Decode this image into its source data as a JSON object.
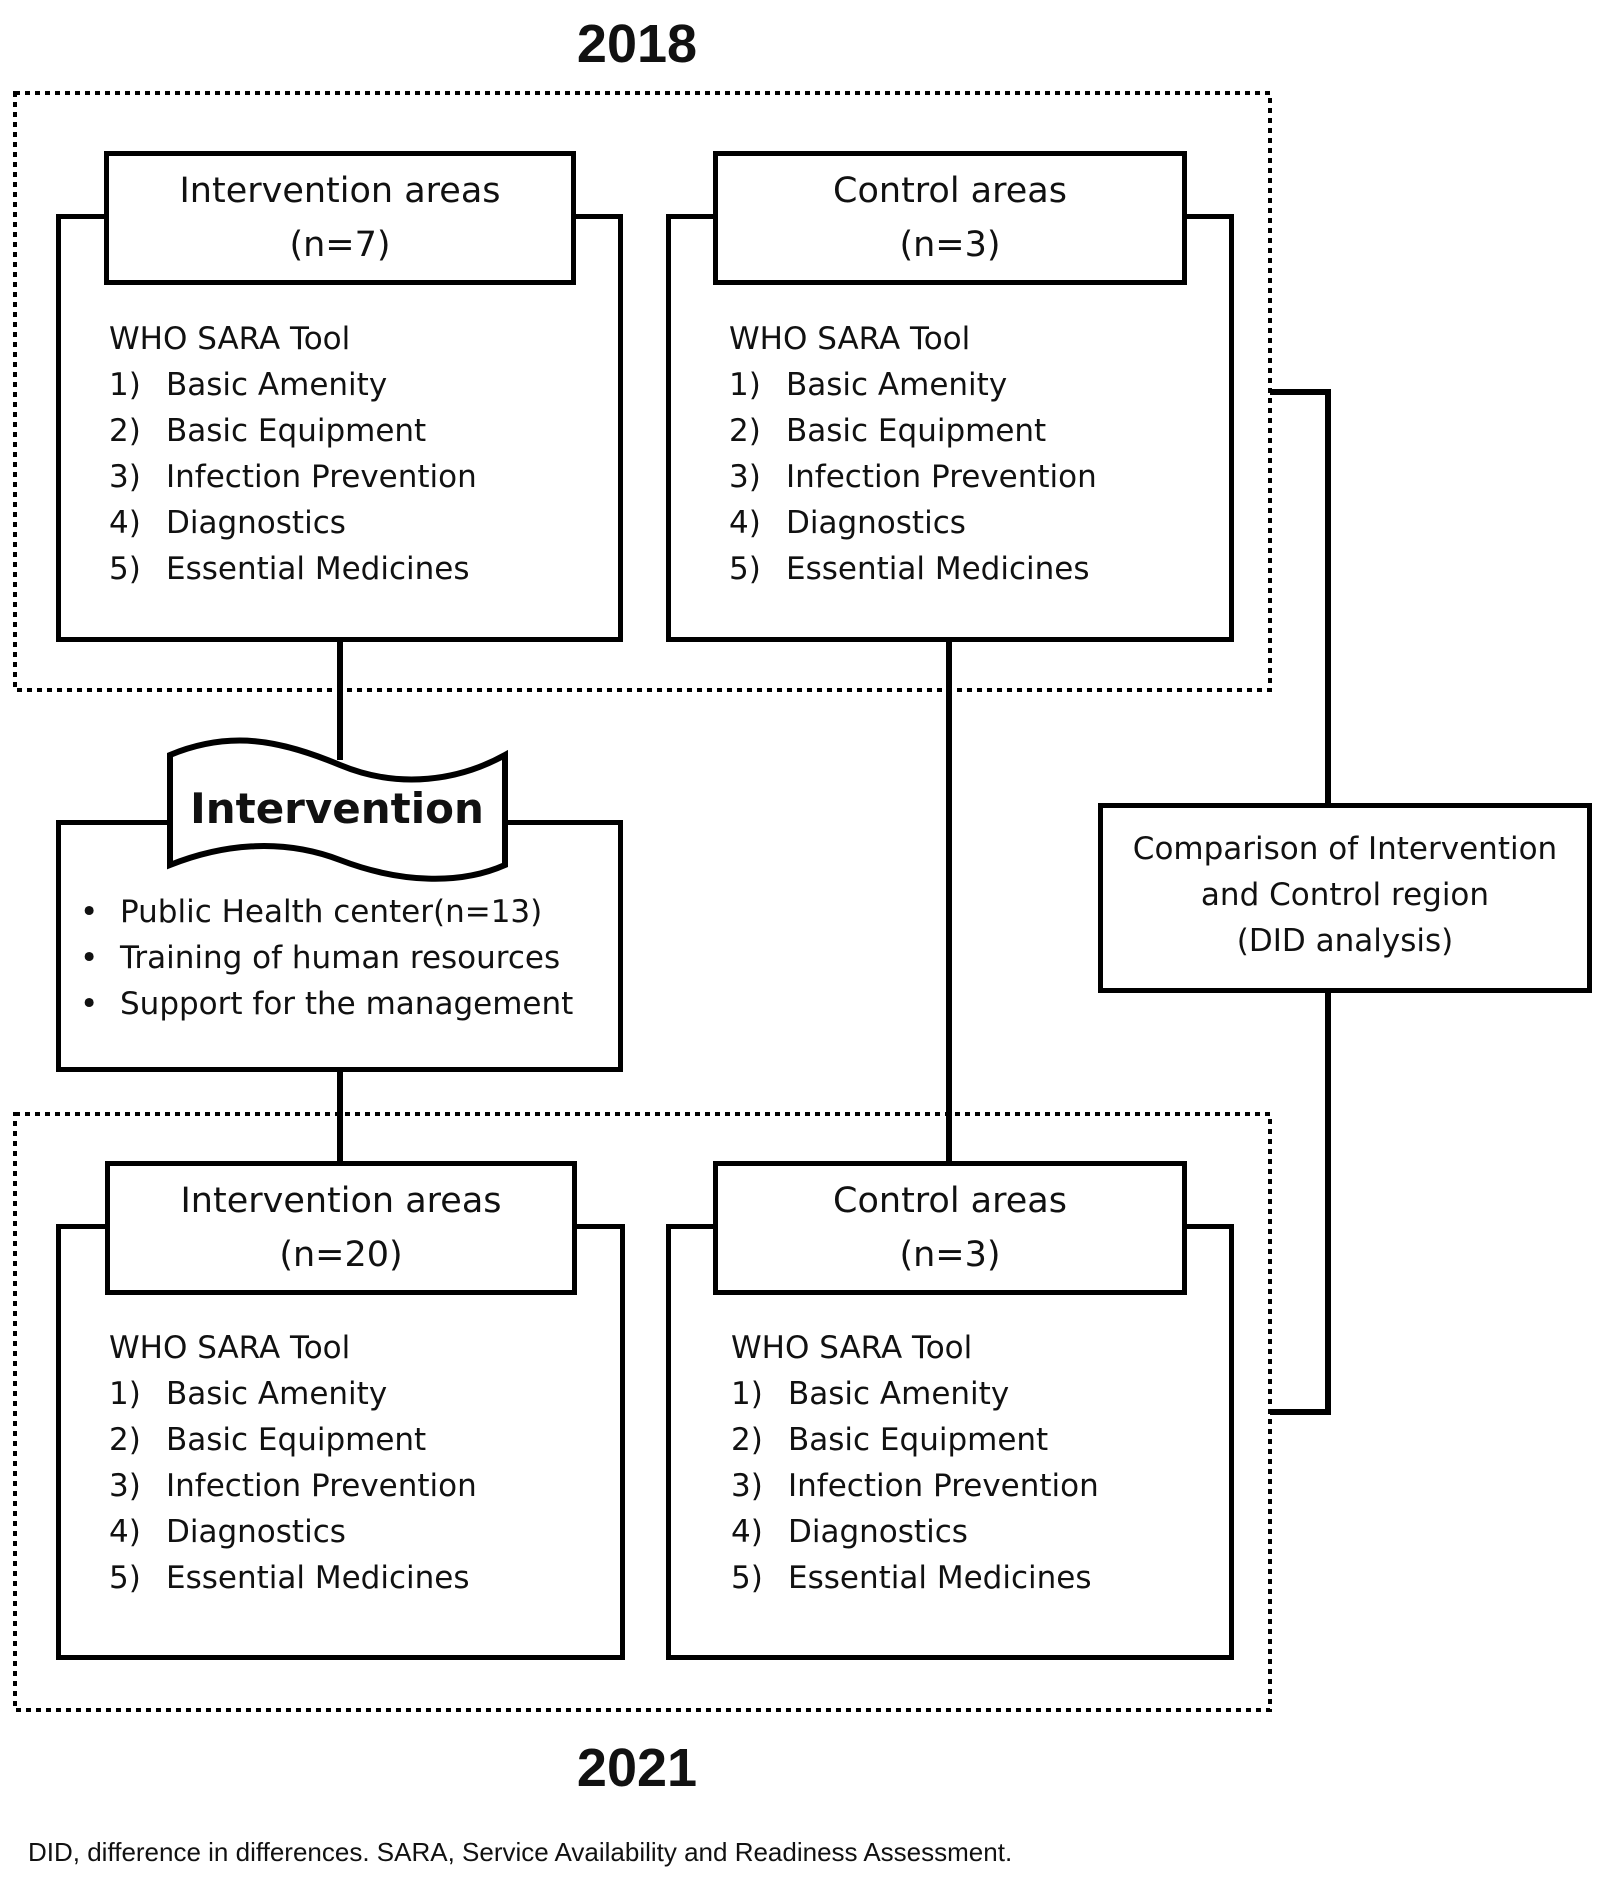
{
  "year_top": "2018",
  "year_bottom": "2021",
  "tool_title": "WHO SARA Tool",
  "tool_items": [
    {
      "num": "1)",
      "label": "Basic Amenity"
    },
    {
      "num": "2)",
      "label": "Basic Equipment"
    },
    {
      "num": "3)",
      "label": "Infection Prevention"
    },
    {
      "num": "4)",
      "label": "Diagnostics"
    },
    {
      "num": "5)",
      "label": "Essential Medicines"
    }
  ],
  "boxes": {
    "int_2018": {
      "title": "Intervention areas",
      "n": "(n=7)"
    },
    "ctrl_2018": {
      "title": "Control areas",
      "n": "(n=3)"
    },
    "int_2021": {
      "title": "Intervention areas",
      "n": "(n=20)"
    },
    "ctrl_2021": {
      "title": "Control areas",
      "n": "(n=3)"
    }
  },
  "intervention": {
    "title": "Intervention",
    "bullet": "•",
    "items": [
      "Public Health center(n=13)",
      "Training of human resources",
      "Support for the management"
    ]
  },
  "comparison": {
    "lines": [
      "Comparison of Intervention",
      "and Control region",
      "(DID analysis)"
    ]
  },
  "footnote": "DID, difference in differences. SARA, Service Availability and Readiness Assessment."
}
